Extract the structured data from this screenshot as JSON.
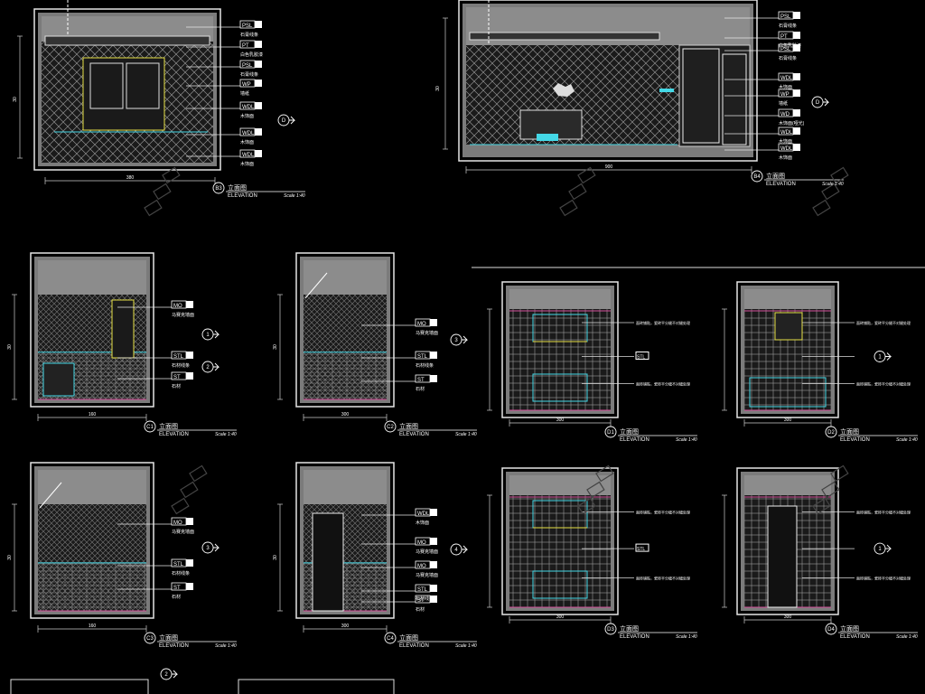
{
  "sheet": {
    "divider_visible": true
  },
  "colors": {
    "background": "#000000",
    "frame": "#e6e6e6",
    "ceiling": "#8c8c8c",
    "wall_pattern": "#9a9a9a",
    "accent_cyan": "#44d8e6",
    "accent_yellow": "#e6e045",
    "accent_magenta": "#d4509b",
    "text": "#ffffff",
    "watermark": "#444444"
  },
  "elevations": [
    {
      "id": "B3",
      "title_cn": "立面图",
      "title_en": "ELEVATION",
      "scale": "Scale 1:40",
      "left_tick": "30",
      "dim": "380",
      "tags": [
        {
          "code": "PSL",
          "desc": "石膏线条"
        },
        {
          "code": "PT",
          "desc": "白色乳胶漆"
        },
        {
          "code": "PSL",
          "desc": "石膏线条"
        },
        {
          "code": "WP",
          "desc": "墙纸"
        },
        {
          "code": "WDL",
          "desc": "木饰面"
        },
        {
          "code": "WDL",
          "desc": "木饰面"
        },
        {
          "code": "WDL",
          "desc": "木饰面"
        }
      ],
      "callout": "D"
    },
    {
      "id": "B4",
      "title_cn": "立面图",
      "title_en": "ELEVATION",
      "scale": "Scale 1:40",
      "left_tick": "30",
      "dim": "900",
      "tags": [
        {
          "code": "PSL",
          "desc": "石膏线条"
        },
        {
          "code": "PT",
          "desc": "白色乳胶漆"
        },
        {
          "code": "PSL",
          "desc": "石膏线条"
        },
        {
          "code": "WDL",
          "desc": "木饰面"
        },
        {
          "code": "WP",
          "desc": "墙纸"
        },
        {
          "code": "WD",
          "desc": "木饰面(哑光)"
        },
        {
          "code": "WDL",
          "desc": "木饰面"
        },
        {
          "code": "WDL",
          "desc": "木饰面"
        }
      ],
      "callout": "D"
    },
    {
      "id": "C1",
      "title_cn": "立面图",
      "title_en": "ELEVATION",
      "scale": "Scale 1:40",
      "left_tick": "30",
      "dim": "160",
      "tags": [
        {
          "code": "MO",
          "desc": "马赛克墙面"
        },
        {
          "code": "STL",
          "desc": "石材线条"
        },
        {
          "code": "ST",
          "desc": "石材"
        }
      ],
      "callouts": [
        "1",
        "2"
      ]
    },
    {
      "id": "C2",
      "title_cn": "立面图",
      "title_en": "ELEVATION",
      "scale": "Scale 1:40",
      "left_tick": "30",
      "dim": "300",
      "tags": [
        {
          "code": "MO",
          "desc": "马赛克墙面"
        },
        {
          "code": "STL",
          "desc": "石材线条"
        },
        {
          "code": "ST",
          "desc": "石材"
        }
      ],
      "callouts": [
        "3"
      ]
    },
    {
      "id": "C3",
      "title_cn": "立面图",
      "title_en": "ELEVATION",
      "scale": "Scale 1:40",
      "left_tick": "30",
      "dim": "160",
      "tags": [
        {
          "code": "MO",
          "desc": "马赛克墙面"
        },
        {
          "code": "STL",
          "desc": "石材线条"
        },
        {
          "code": "ST",
          "desc": "石材"
        }
      ],
      "callouts": [
        "3"
      ]
    },
    {
      "id": "C4",
      "title_cn": "立面图",
      "title_en": "ELEVATION",
      "scale": "Scale 1:40",
      "left_tick": "30",
      "dim": "300",
      "tags": [
        {
          "code": "WDL",
          "desc": "木饰面"
        },
        {
          "code": "MO",
          "desc": "马赛克墙面"
        },
        {
          "code": "MO",
          "desc": "马赛克墙面"
        },
        {
          "code": "STL",
          "desc": "石材线条"
        },
        {
          "code": "ST",
          "desc": "石材"
        },
        {
          "code": "WDL",
          "desc": "木饰面"
        }
      ],
      "callouts": [
        "4"
      ]
    },
    {
      "id": "D1",
      "title_cn": "立面图",
      "title_en": "ELEVATION",
      "scale": "Scale 1:40",
      "dim": "300",
      "tags": [
        {
          "code": "",
          "desc": "面砖铺贴，瓷砖平分缝不对缝处理"
        },
        {
          "code": "STL",
          "desc": ""
        },
        {
          "code": "",
          "desc": "面砖铺贴，瓷砖平分缝不对缝处理"
        }
      ]
    },
    {
      "id": "D2",
      "title_cn": "立面图",
      "title_en": "ELEVATION",
      "scale": "Scale 1:40",
      "dim": "300",
      "tags": [
        {
          "code": "",
          "desc": "面砖铺贴，瓷砖平分缝不对缝处理"
        },
        {
          "code": "",
          "desc": ""
        },
        {
          "code": "",
          "desc": "面砖铺贴，瓷砖平分缝不对缝处理"
        }
      ],
      "callouts": [
        "1"
      ]
    },
    {
      "id": "D3",
      "title_cn": "立面图",
      "title_en": "ELEVATION",
      "scale": "Scale 1:40",
      "dim": "300",
      "tags": [
        {
          "code": "",
          "desc": "面砖铺贴，瓷砖平分缝不对缝处理"
        },
        {
          "code": "STL",
          "desc": ""
        },
        {
          "code": "",
          "desc": "面砖铺贴，瓷砖平分缝不对缝处理"
        }
      ]
    },
    {
      "id": "D4",
      "title_cn": "立面图",
      "title_en": "ELEVATION",
      "scale": "Scale 1:40",
      "dim": "300",
      "tags": [
        {
          "code": "",
          "desc": "面砖铺贴，瓷砖平分缝不对缝处理"
        },
        {
          "code": "",
          "desc": ""
        },
        {
          "code": "",
          "desc": "面砖铺贴，瓷砖平分缝不对缝处理"
        }
      ],
      "callouts": [
        "1"
      ]
    }
  ],
  "bottom_callout": "2"
}
